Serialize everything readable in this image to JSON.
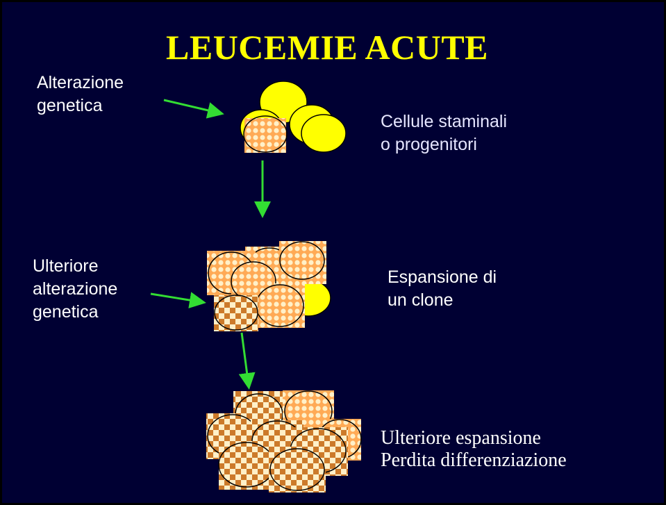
{
  "title": "LEUCEMIE ACUTE",
  "colors": {
    "background": "#000033",
    "title": "#ffff00",
    "cell_yellow": "#ffff00",
    "cell_orange": "#cc7a2a",
    "pattern_light": "#fff0c8",
    "arrow": "#33dd33"
  },
  "labels": {
    "step1_cause": [
      "Alterazione",
      "genetica"
    ],
    "step1_result": [
      "Cellule staminali",
      "o progenitori"
    ],
    "step2_cause": [
      "Ulteriore",
      "alterazione",
      "genetica"
    ],
    "step2_result": [
      "Espansione di",
      "un clone"
    ],
    "step3_result": [
      "Ulteriore espansione",
      "Perdita differenziazione"
    ]
  }
}
